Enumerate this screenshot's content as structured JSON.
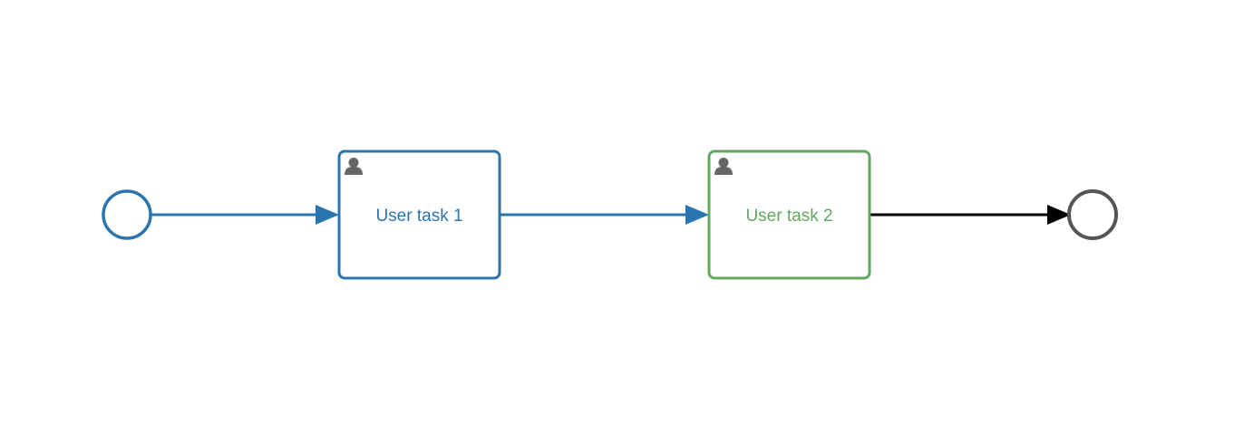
{
  "colors": {
    "completed": "#2a75ae",
    "active": "#62a85e",
    "pending": "#555555",
    "flow_pending": "#000000",
    "task_icon": "#666666",
    "background": "#ffffff"
  },
  "diagram": {
    "start_event": {
      "state": "completed"
    },
    "tasks": [
      {
        "label": "User task 1",
        "type": "user-task",
        "icon": "user-icon",
        "state": "completed"
      },
      {
        "label": "User task 2",
        "type": "user-task",
        "icon": "user-icon",
        "state": "active"
      }
    ],
    "end_event": {
      "state": "pending"
    },
    "flows": [
      {
        "from": "start-event",
        "to": "user-task-1",
        "state": "completed"
      },
      {
        "from": "user-task-1",
        "to": "user-task-2",
        "state": "completed"
      },
      {
        "from": "user-task-2",
        "to": "end-event",
        "state": "pending"
      }
    ]
  }
}
